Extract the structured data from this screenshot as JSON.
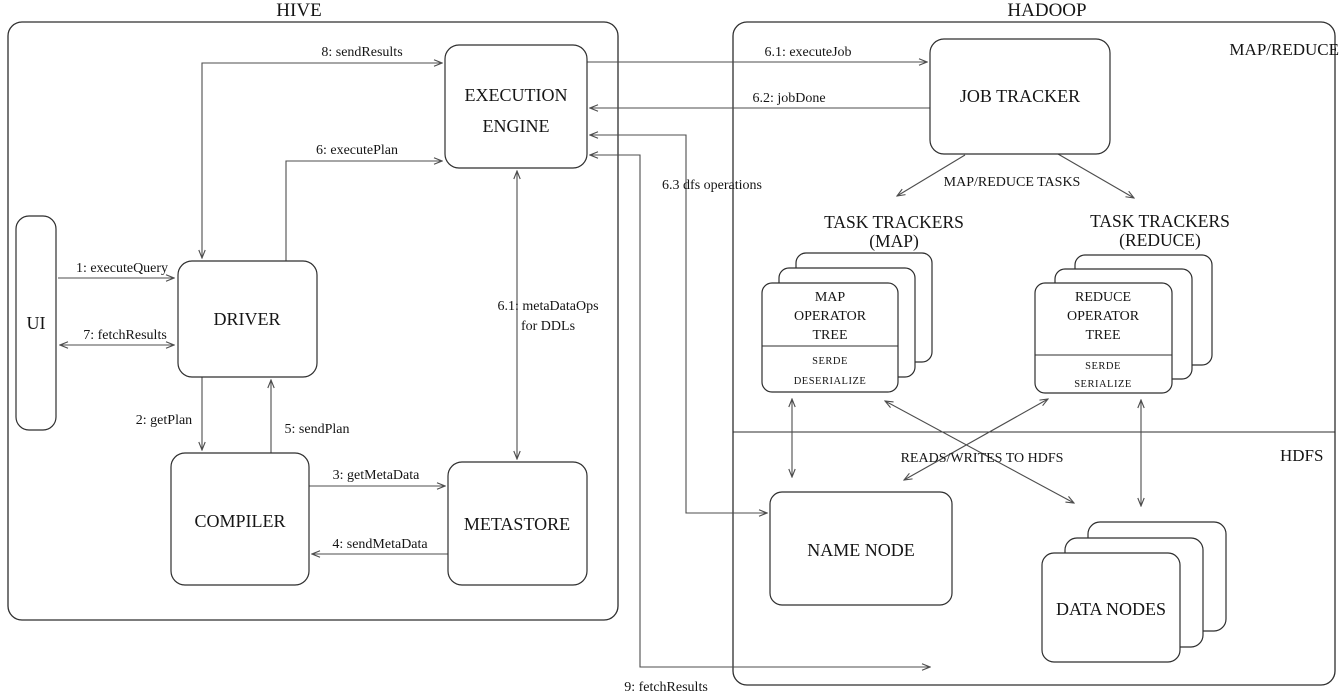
{
  "colors": {
    "background": "#ffffff",
    "shape_stroke": "#2e2e2e",
    "arrow_stroke": "#4d4d4d",
    "text": "#151515"
  },
  "containers": {
    "hive": {
      "title": "HIVE"
    },
    "hadoop": {
      "title": "HADOOP",
      "mapreduce_label": "MAP/REDUCE",
      "hdfs_label": "HDFS"
    }
  },
  "nodes": {
    "ui": "UI",
    "driver": "DRIVER",
    "compiler": "COMPILER",
    "metastore": "METASTORE",
    "execution_engine": [
      "EXECUTION",
      "ENGINE"
    ],
    "job_tracker": "JOB TRACKER",
    "task_trackers_map": [
      "TASK TRACKERS",
      "(MAP)"
    ],
    "task_trackers_reduce": [
      "TASK TRACKERS",
      "(REDUCE)"
    ],
    "map_operator_tree": [
      "MAP",
      "OPERATOR",
      "TREE"
    ],
    "map_serde": [
      "SERDE",
      "DESERIALIZE"
    ],
    "reduce_operator_tree": [
      "REDUCE",
      "OPERATOR",
      "TREE"
    ],
    "reduce_serde": [
      "SERDE",
      "SERIALIZE"
    ],
    "name_node": "NAME NODE",
    "data_nodes": "DATA NODES"
  },
  "edges": {
    "execute_query": "1: executeQuery",
    "get_plan": "2: getPlan",
    "get_metadata": "3: getMetaData",
    "send_metadata": "4: sendMetaData",
    "send_plan": "5: sendPlan",
    "execute_plan": "6: executePlan",
    "metadata_ops": [
      "6.1: metaDataOps",
      "for DDLs"
    ],
    "execute_job": "6.1: executeJob",
    "job_done": "6.2: jobDone",
    "dfs_operations": "6.3 dfs operations",
    "fetch_results_ui": "7: fetchResults",
    "send_results": "8: sendResults",
    "fetch_results_hdfs": "9: fetchResults",
    "mapreduce_tasks": "MAP/REDUCE TASKS",
    "reads_writes": "READS/WRITES TO HDFS"
  }
}
